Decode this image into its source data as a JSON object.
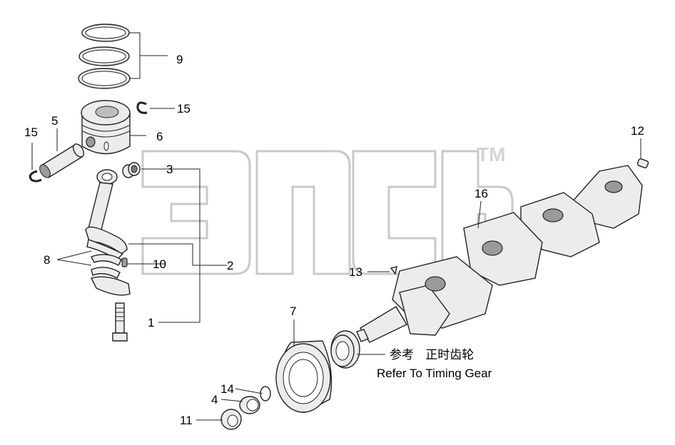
{
  "watermark": {
    "trademark": "TM"
  },
  "callouts": {
    "c1": "1",
    "c2": "2",
    "c3": "3",
    "c4": "4",
    "c5": "5",
    "c6": "6",
    "c7": "7",
    "c8": "8",
    "c9": "9",
    "c10": "10",
    "c11": "11",
    "c12": "12",
    "c13": "13",
    "c14": "14",
    "c15a": "15",
    "c15b": "15",
    "c16": "16"
  },
  "note": {
    "chinese": "参考   正时齿轮",
    "english": "Refer To Timing Gear"
  }
}
